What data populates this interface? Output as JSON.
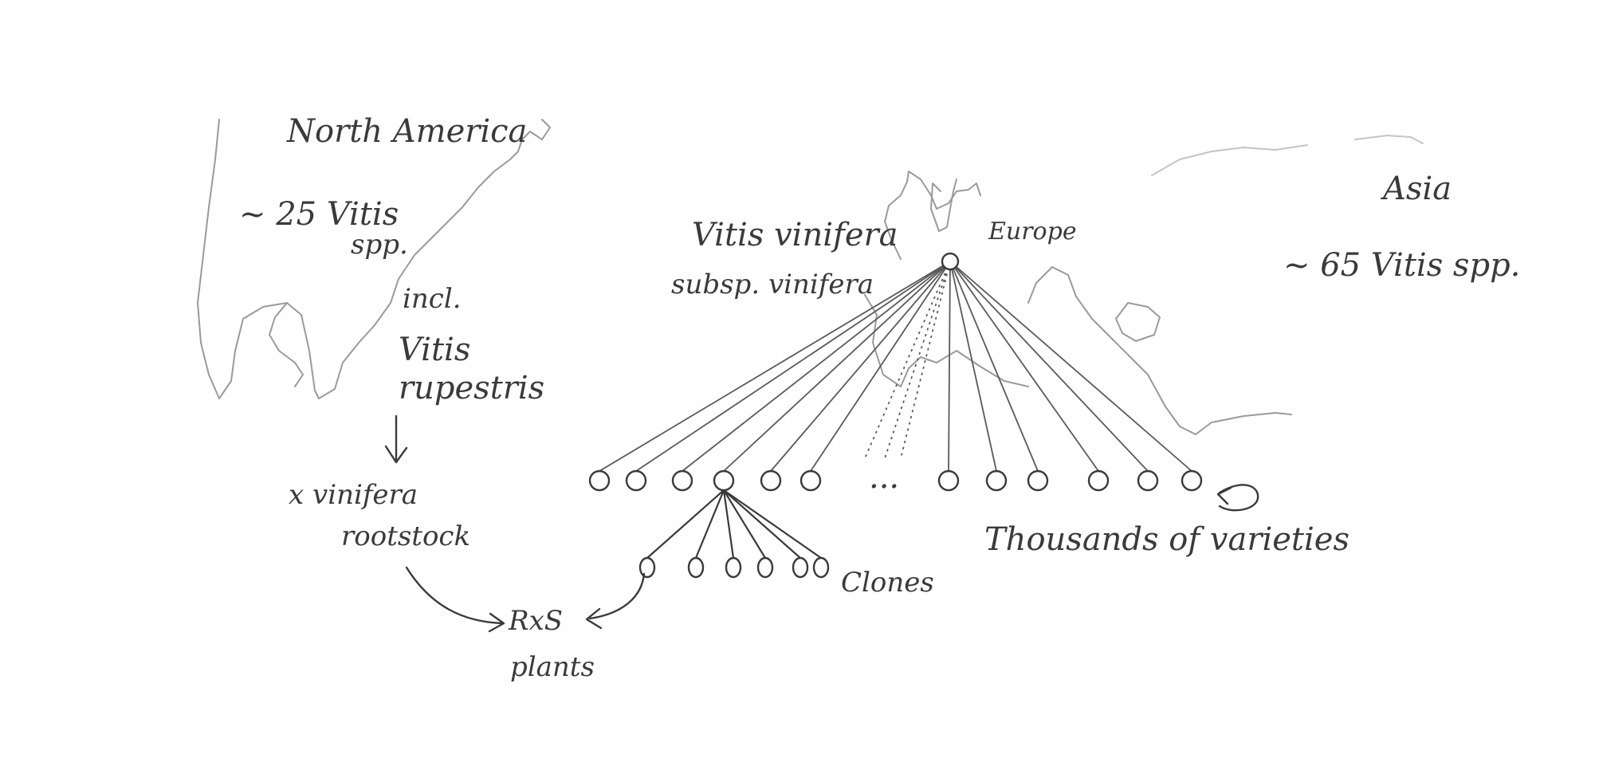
{
  "regions": {
    "north_america": "North America",
    "europe": "Europe",
    "asia": "Asia"
  },
  "north_america_note": {
    "count_line1": "~ 25 Vitis",
    "count_line2": "spp.",
    "incl": "incl.",
    "species_line1": "Vitis",
    "species_line2": "rupestris"
  },
  "rootstock": {
    "line1": "x vinifera",
    "line2": "rootstock"
  },
  "rxs": {
    "line1": "RxS",
    "line2": "plants"
  },
  "vinifera": {
    "line1": "Vitis vinifera",
    "line2": "subsp. vinifera"
  },
  "asia_count": "~ 65 Vitis spp.",
  "varieties_label": "Thousands of varieties",
  "ellipsis": "...",
  "clones_label": "Clones",
  "colors": {
    "ink": "#3a3a3a",
    "faint": "#8a8a8a",
    "paper": "#ffffff"
  }
}
